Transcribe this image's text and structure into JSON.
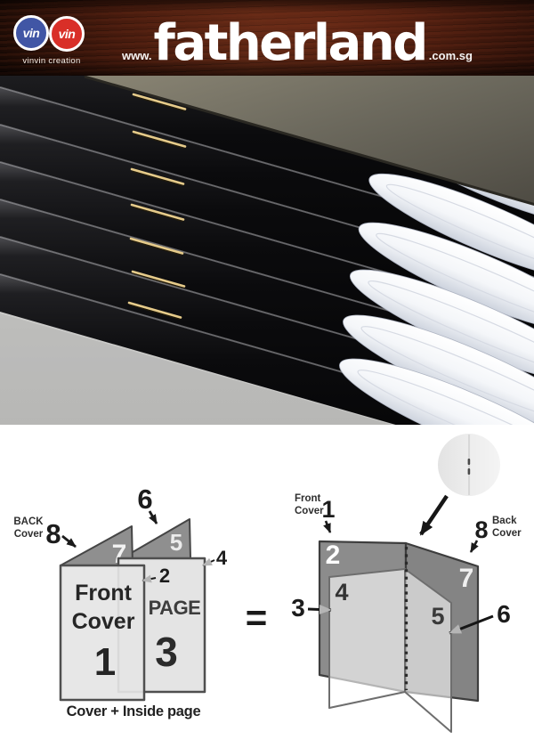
{
  "header": {
    "logo_circle_left": "vin",
    "logo_circle_right": "vin",
    "logo_tagline": "vinvin creation",
    "url_prefix": "www.",
    "url_name": "fatherland",
    "url_suffix": ".com.sg",
    "colors": {
      "circle_left": "#4156a5",
      "circle_right": "#d92f28",
      "wood": "#4a2010",
      "text": "#ffffff"
    }
  },
  "photo": {
    "booklet_count": 7,
    "page_bundle_count": 6,
    "staple_color": "#e6cb8a",
    "cover_color": "#0b0b0d",
    "top_cover_color": "#6d6a5e",
    "background_color": "#cdcdcb"
  },
  "folding_diagram": {
    "left": {
      "back_cover_label_line1": "BACK",
      "back_cover_label_line2": "Cover",
      "num_8": "8",
      "num_6": "6",
      "num_7": "7",
      "num_5": "5",
      "num_2": "2",
      "num_4": "4",
      "front_cover_line1": "Front",
      "front_cover_line2": "Cover",
      "num_1": "1",
      "page_label": "PAGE",
      "num_3": "3",
      "caption": "Cover + Inside page"
    },
    "equals_sign": "=",
    "right": {
      "front_cover_label_line1": "Front",
      "front_cover_label_line2": "Cover",
      "back_cover_label_line1": "Back",
      "back_cover_label_line2": "Cover",
      "num_1": "1",
      "num_2": "2",
      "num_3": "3",
      "num_4": "4",
      "num_5": "5",
      "num_6": "6",
      "num_7": "7",
      "num_8": "8"
    }
  }
}
